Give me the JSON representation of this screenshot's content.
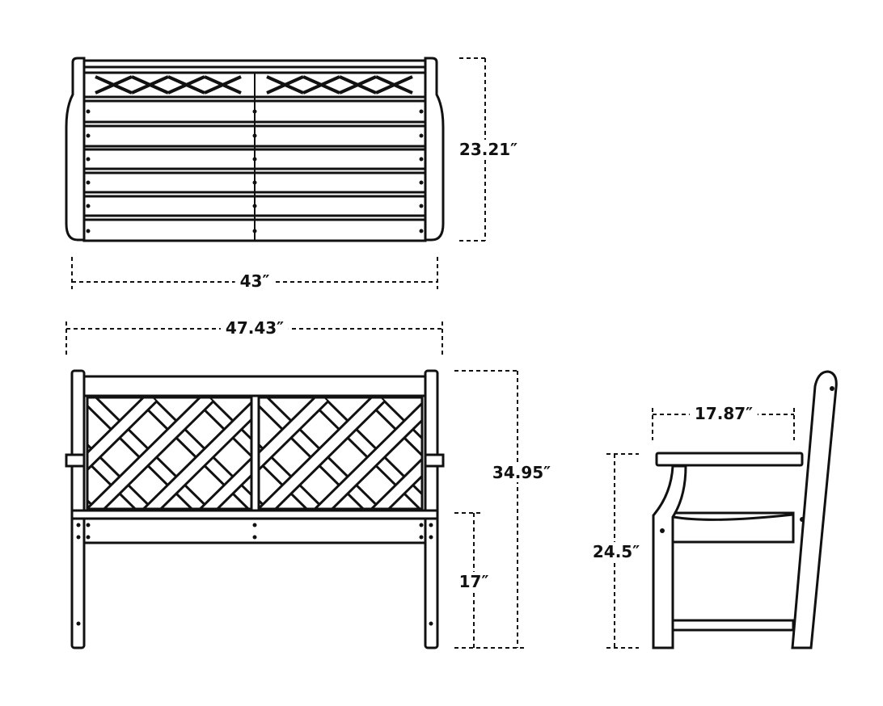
{
  "views": {
    "top": {
      "depth_label": "23.21″",
      "width_label": "43″"
    },
    "front": {
      "overall_width_label": "47.43″",
      "height_label": "34.95″",
      "seat_height_label": "17″"
    },
    "side": {
      "arm_depth_label": "17.87″",
      "arm_height_label": "24.5″"
    }
  },
  "colors": {
    "line": "#111111",
    "background": "#ffffff"
  }
}
